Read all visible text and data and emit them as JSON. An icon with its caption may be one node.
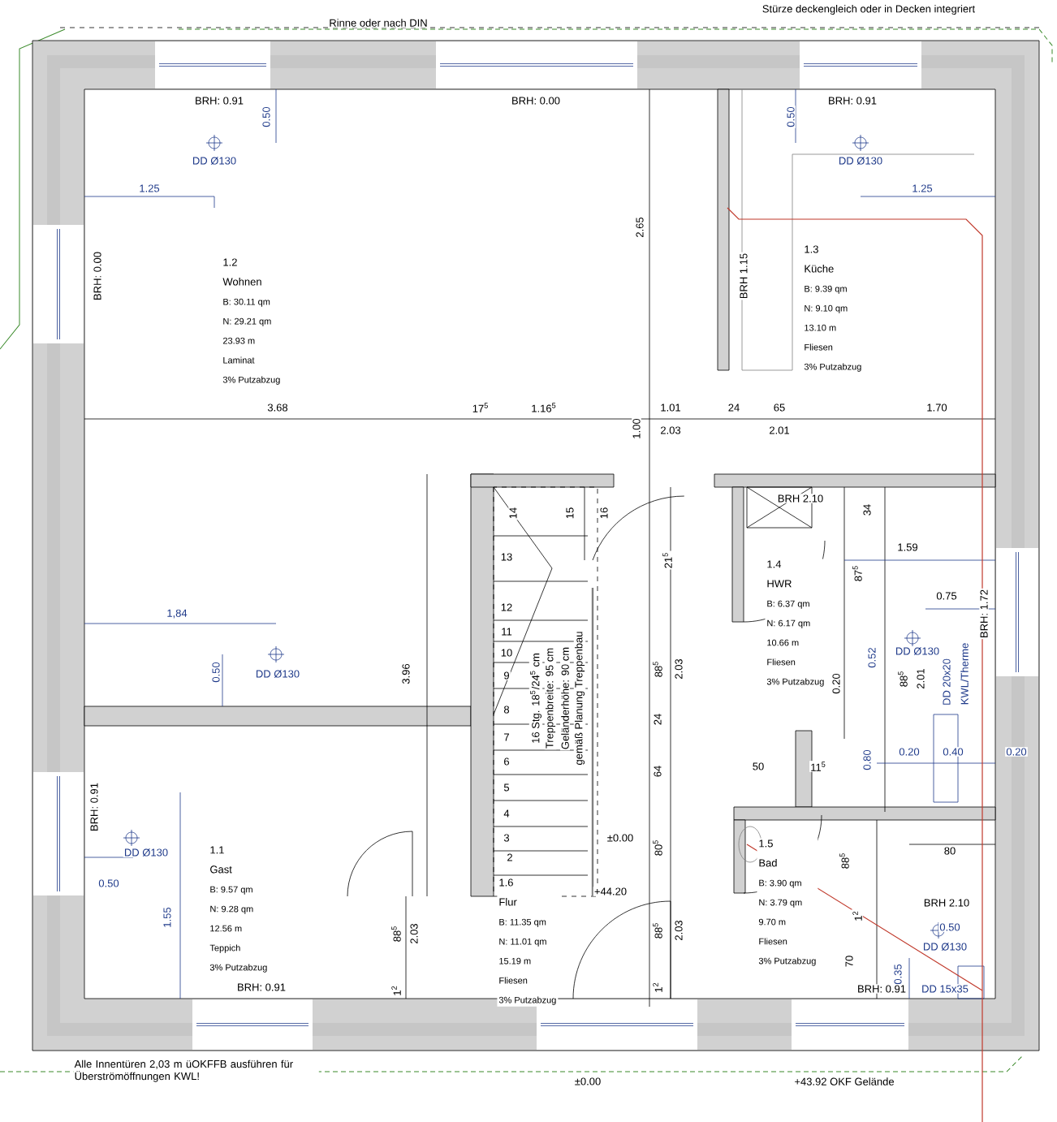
{
  "diagram": {
    "nodes": [
      {
        "text": [
          "1.2",
          "Wohnen",
          "B: 30.11 qm",
          "N: 29.21 qm",
          "23.93 m",
          "Laminat",
          "3% Putzabzug"
        ]
      },
      {
        "text": [
          "1.3",
          "Küche",
          "B: 9.39 qm",
          "N: 9.10 qm",
          "13.10 m",
          "Fliesen",
          "3% Putzabzug"
        ]
      },
      {
        "text": [
          "1.4",
          "HWR",
          "B: 6.37 qm",
          "N: 6.17 qm",
          "10.66 m",
          "Fliesen",
          "3% Putzabzug"
        ]
      },
      {
        "text": [
          "1.1",
          "Gast",
          "B: 9.57 qm",
          "N: 9.28 qm",
          "12.56 m",
          "Teppich",
          "3% Putzabzug"
        ]
      },
      {
        "text": [
          "1.6",
          "Flur",
          "B: 11.35 qm",
          "N: 11.01 qm",
          "15.19 m",
          "Fliesen",
          "3% Putzabzug"
        ]
      },
      {
        "text": [
          "1.5",
          "Bad",
          "B: 3.90 qm",
          "N: 3.79 qm",
          "9.70 m",
          "Fliesen",
          "3% Putzabzug"
        ]
      }
    ],
    "labels": [
      "Rinne oder nach DIN",
      "Stürze deckengleich oder in Decken integriert",
      "BRH: 0.91",
      "0.50",
      "DD Ø130",
      "1.25",
      "BRH: 0.00",
      "BRH: 0.00",
      "2.65",
      "BRH 1.15",
      "0.50",
      "BRH: 0.91",
      "DD Ø130",
      "1.25",
      "3.68",
      "17$^{5}$",
      "1.16$^{5}$",
      "1.00",
      "1.01",
      "2.03",
      "24",
      "65",
      "2.01",
      "1.70",
      "14",
      "15",
      "16",
      "13",
      "12",
      "11",
      "10",
      "9",
      "8",
      "7",
      "6",
      "5",
      "4",
      "3",
      "2",
      "16 Stg. 18$^{5}$/24$^{5}$ cm",
      "Treppenbreite: 95 cm",
      "Geländerhöhe: 90 cm",
      "gemäß Planung Treppenbau",
      "1,84",
      "0.50",
      "DD Ø130",
      "3.96",
      "21$^{5}$",
      "BRH 2.10",
      "34",
      "87$^{5}$",
      "1.59",
      "0.75",
      "BRH: 1.72",
      "88$^{5}$",
      "2.03",
      "0.52",
      "0.20",
      "DD Ø130",
      "88$^{5}$",
      "2.01",
      "DD 20x20",
      "KWL/Therme",
      "24",
      "64",
      "50",
      "11$^{5}$",
      "0.80",
      "0.20",
      "0.40",
      "0.20",
      "80$^{5}$",
      "±0.00",
      "+44.20",
      "88$^{5}$",
      "80",
      "BRH 2.10",
      "1$^{2}$",
      "0.50",
      "DD Ø130",
      "70",
      "0.35",
      "BRH: 0.91",
      "DD 15x35",
      "88$^{5}$",
      "2.03",
      "1$^{2}$",
      "BRH: 0.91",
      "DD Ø130",
      "0.50",
      "1.55",
      "BRH: 0.91",
      "88$^{5}$",
      "2.03",
      "1$^{2}$",
      "Alle Innentüren 2,03 m üOKFFB ausführen für Überströmöffnungen KWL!",
      "±0.00",
      "+43.92  OKF Gelände"
    ]
  }
}
